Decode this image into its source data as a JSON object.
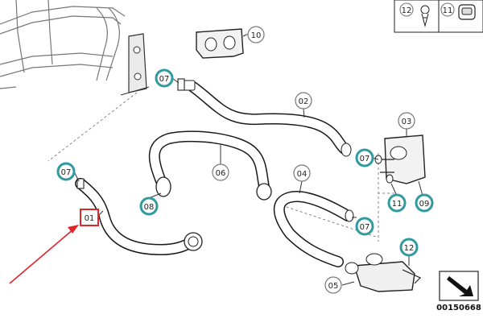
{
  "callouts": {
    "c01": "01",
    "c02": "02",
    "c03": "03",
    "c04": "04",
    "c05": "05",
    "c06": "06",
    "c07a": "07",
    "c07b": "07",
    "c07c": "07",
    "c07d": "07",
    "c08": "08",
    "c09": "09",
    "c10": "10",
    "c11": "11",
    "c12": "12"
  },
  "legend": {
    "item12": "12",
    "item11": "11"
  },
  "doc_number": "00150668",
  "colors": {
    "highlight": "#e0262b",
    "callout_fill": "#ffffff",
    "teal_ring": "#2f9aa0",
    "line": "#1a1a1a"
  },
  "icons": [
    "clip-icon",
    "grommet-icon",
    "direction-arrow-icon"
  ]
}
